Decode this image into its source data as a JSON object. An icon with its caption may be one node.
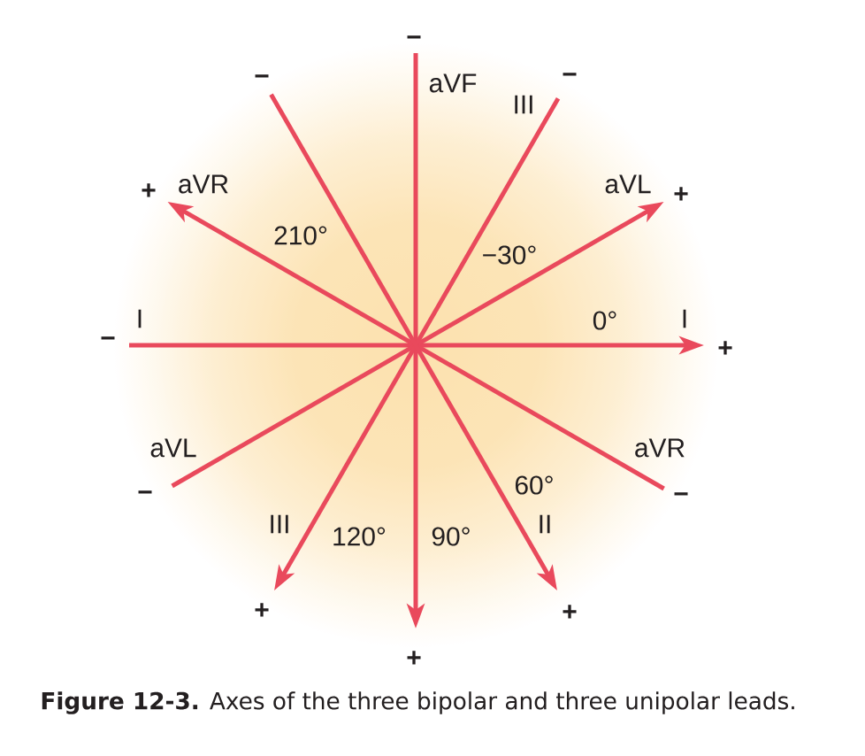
{
  "diagram": {
    "caption": "**Figure 12-3.** Axes of the three bipolar and three unipolar leads.",
    "labels": [
      "−",
      "−",
      "aVF",
      "−",
      "III",
      "+",
      "aVR",
      "aVL",
      "+",
      "210°",
      "−30°",
      "I",
      "0°",
      "I",
      "−",
      "+",
      "aVL",
      "aVR",
      "60°",
      "−",
      "−",
      "III",
      "120°",
      "90°",
      "II",
      "+",
      "+",
      "+"
    ]
  }
}
